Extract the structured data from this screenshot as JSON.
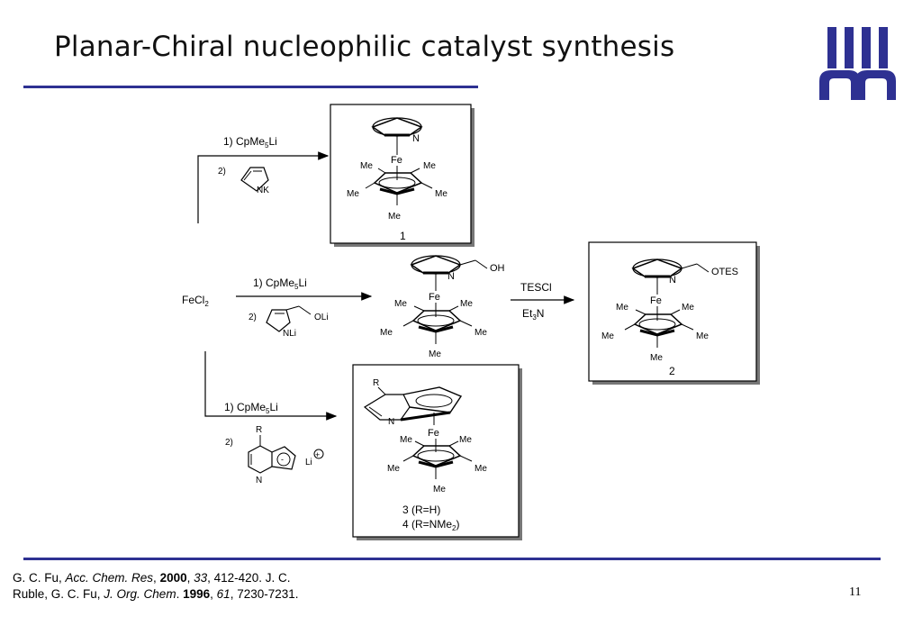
{
  "slide": {
    "title": "Planar-Chiral nucleophilic catalyst synthesis",
    "page_number": "11",
    "accent_color": "#2e3192"
  },
  "scheme": {
    "start_reagent": "FeCl",
    "start_reagent_sub": "2",
    "routes": [
      {
        "step1_a": "1) CpMe",
        "step1_sub": "5",
        "step1_b": "Li",
        "step2_label": "2)",
        "reagent_atom": "NK",
        "product_number": "1"
      },
      {
        "step1_a": "1) CpMe",
        "step1_sub": "5",
        "step1_b": "Li",
        "step2_label": "2)",
        "reagent_atoms": [
          "NLi",
          "OLi"
        ],
        "intermediate_atoms": [
          "N",
          "OH"
        ],
        "conditions_top": "TESCl",
        "conditions_bottom_a": "Et",
        "conditions_bottom_sub": "3",
        "conditions_bottom_b": "N",
        "product_atoms": [
          "N",
          "OTES"
        ],
        "product_number": "2"
      },
      {
        "step1_a": "1) CpMe",
        "step1_sub": "5",
        "step1_b": "Li",
        "step2_label": "2)",
        "reagent_atoms": [
          "R",
          "N",
          "-",
          "Li",
          "+"
        ],
        "product_atoms": [
          "R",
          "N"
        ],
        "product_labels": [
          "3 (R=H)",
          "4 (R=NMe",
          "2",
          ")"
        ]
      }
    ],
    "metal": "Fe",
    "methyl": "Me"
  },
  "references": [
    {
      "authors": "G. C. Fu, ",
      "journal": "Acc. Chem. Res",
      "sep1": ", ",
      "year": "2000",
      "sep2": ", ",
      "volume": "33",
      "pages": ", 412-420. J. C."
    },
    {
      "authors": "Ruble, G. C. Fu, ",
      "journal": "J. Org. Chem",
      "sep1": ". ",
      "year": "1996",
      "sep2": ", ",
      "volume": "61",
      "pages": ", 7230-7231."
    }
  ]
}
